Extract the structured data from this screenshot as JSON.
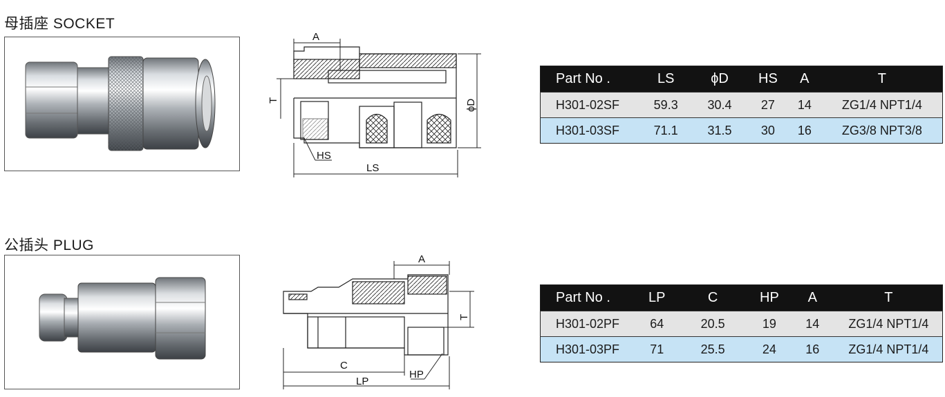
{
  "socket": {
    "title": "母插座 SOCKET",
    "dims": {
      "A": "A",
      "T": "T",
      "D": "ϕD",
      "HS": "HS",
      "LS": "LS"
    },
    "table": {
      "headers": [
        "Part No .",
        "LS",
        "ϕD",
        "HS",
        "A",
        "T"
      ],
      "rows": [
        [
          "H301-02SF",
          "59.3",
          "30.4",
          "27",
          "14",
          "ZG1/4 NPT1/4"
        ],
        [
          "H301-03SF",
          "71.1",
          "31.5",
          "30",
          "16",
          "ZG3/8 NPT3/8"
        ]
      ]
    }
  },
  "plug": {
    "title": "公插头 PLUG",
    "dims": {
      "A": "A",
      "T": "T",
      "C": "C",
      "HP": "HP",
      "LP": "LP"
    },
    "table": {
      "headers": [
        "Part  No .",
        "LP",
        "C",
        "HP",
        "A",
        "T"
      ],
      "rows": [
        [
          "H301-02PF",
          "64",
          "20.5",
          "19",
          "14",
          "ZG1/4 NPT1/4"
        ],
        [
          "H301-03PF",
          "71",
          "25.5",
          "24",
          "16",
          "ZG1/4 NPT1/4"
        ]
      ]
    }
  },
  "colors": {
    "header_bg": "#121212",
    "row_gray": "#e4e4e4",
    "row_blue": "#c6e3f5"
  }
}
